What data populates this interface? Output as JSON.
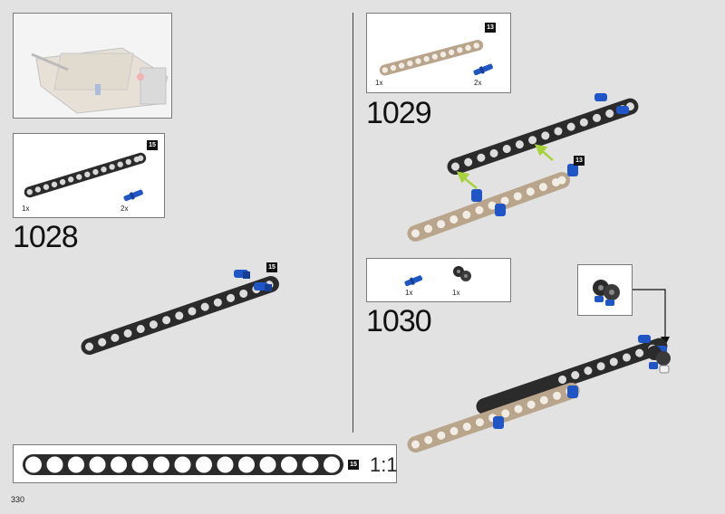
{
  "page": {
    "number": "330"
  },
  "steps": [
    {
      "number": "1028",
      "parts": [
        {
          "qty": "1x",
          "badge": "15"
        },
        {
          "qty": "2x"
        }
      ],
      "assembly_badge": "15"
    },
    {
      "number": "1029",
      "parts": [
        {
          "qty": "1x",
          "badge": "13"
        },
        {
          "qty": "2x"
        }
      ],
      "assembly_badge": "13"
    },
    {
      "number": "1030",
      "parts": [
        {
          "qty": "1x"
        },
        {
          "qty": "1x"
        }
      ]
    }
  ],
  "scale": {
    "badge": "15",
    "label": "1:1"
  },
  "colors": {
    "black_beam": "#2b2b2b",
    "tan_beam": "#b9a58b",
    "blue_pin": "#1f55c4",
    "arrow_green": "#a6d33a",
    "background": "#e2e2e2"
  }
}
